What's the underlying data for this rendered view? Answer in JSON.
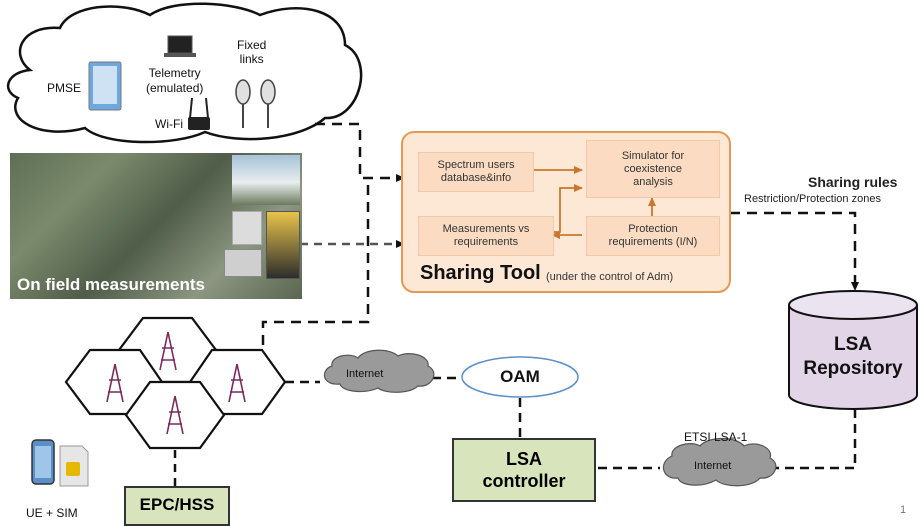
{
  "cloud": {
    "pmse": "PMSE",
    "telemetry": "Telemetry\n(emulated)",
    "fixed_links": "Fixed\nlinks",
    "wifi": "Wi-Fi"
  },
  "field_photo": {
    "caption": "On field measurements"
  },
  "sharing_tool": {
    "spectrum_users": "Spectrum users\ndatabase&info",
    "simulator": "Simulator for\ncoexistence\nanalysis",
    "measurements": "Measurements vs\nrequirements",
    "protection": "Protection\nrequirements (I/N)",
    "title": "Sharing Tool",
    "subtitle": "(under the control of Adm)"
  },
  "sharing_rules": {
    "title": "Sharing rules",
    "subtitle": "Restriction/Protection zones"
  },
  "repository": {
    "label": "LSA\nRepository"
  },
  "oam": {
    "label": "OAM"
  },
  "internet_left": {
    "label": "Internet"
  },
  "internet_right": {
    "label": "Internet"
  },
  "lsa_controller": {
    "label": "LSA\ncontroller"
  },
  "etsi": {
    "label": "ETSI LSA-1"
  },
  "epc": {
    "label": "EPC/HSS"
  },
  "ue": {
    "label": "UE + SIM"
  },
  "page_number": "1",
  "colors": {
    "tool_fill": "#fde8d6",
    "tool_border": "#e39a55",
    "box_fill": "#fbdcc2",
    "arrow": "#c9772e",
    "lsa_controller_fill": "#d8e4bc",
    "epc_fill": "#d8e4bc",
    "repository_fill": "#e2d5e8",
    "oam_border": "#5b8fc7",
    "cloud_gray": "#9a9a9a"
  },
  "icons": [
    "laptop-icon",
    "router-icon",
    "antenna-icon",
    "tower-icon",
    "phone-icon",
    "sim-icon",
    "tablet-icon"
  ]
}
